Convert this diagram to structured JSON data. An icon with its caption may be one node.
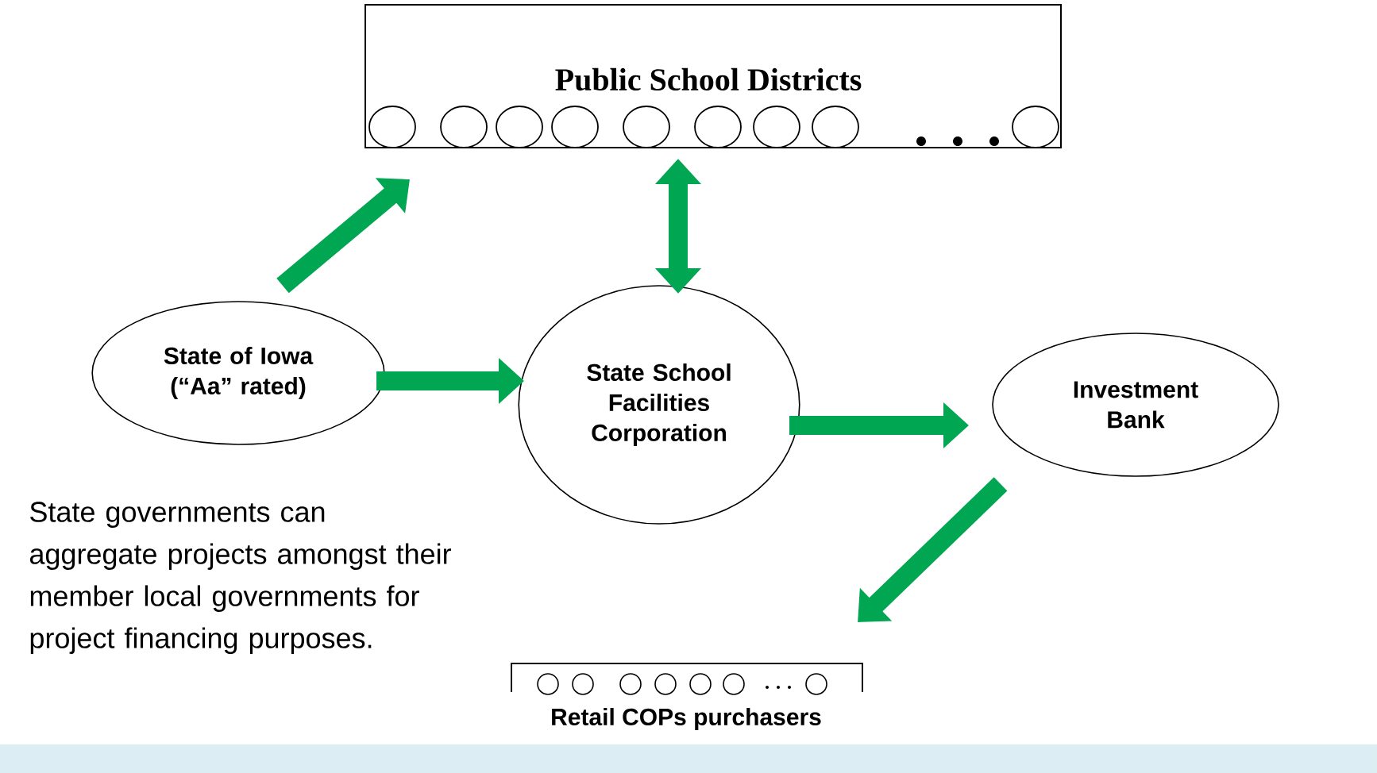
{
  "diagram": {
    "nodes": [
      {
        "text": [
          "Public School Districts"
        ]
      },
      {
        "text": [
          "State of Iowa (“Aa” rated)"
        ]
      },
      {
        "text": [
          "State School Facilities Corporation"
        ]
      },
      {
        "text": [
          "Investment Bank"
        ]
      },
      {
        "text": [
          "Retail COPs purchasers"
        ]
      }
    ],
    "edges": [
      {
        "from": 1,
        "to": 0,
        "arrow": "to"
      },
      {
        "from": 2,
        "to": 0,
        "arrow": "both"
      },
      {
        "from": 1,
        "to": 2,
        "arrow": "to"
      },
      {
        "from": 2,
        "to": 3,
        "arrow": "to"
      },
      {
        "from": 3,
        "to": 4,
        "arrow": "to"
      }
    ],
    "labels": [
      "State governments can aggregate projects amongst their member local governments for project financing purposes."
    ]
  }
}
